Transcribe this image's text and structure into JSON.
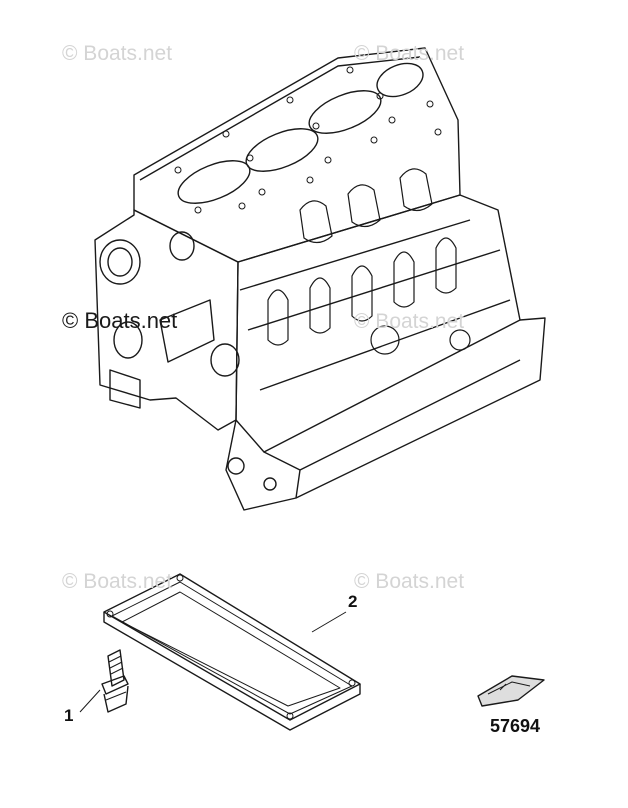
{
  "watermarks": [
    {
      "text": "© Boats.net",
      "style": "faint"
    },
    {
      "text": "© Boats.net",
      "style": "faint"
    },
    {
      "text": "© Boats.net",
      "style": "strong"
    },
    {
      "text": "© Boats.net",
      "style": "faint"
    },
    {
      "text": "© Boats.net",
      "style": "faint"
    },
    {
      "text": "© Boats.net",
      "style": "faint"
    }
  ],
  "callouts": {
    "bolt": "1",
    "pan": "2"
  },
  "figure_number": "57694",
  "colors": {
    "line": "#1a1a1a",
    "watermark": "#d4d4d4",
    "background": "#ffffff"
  }
}
